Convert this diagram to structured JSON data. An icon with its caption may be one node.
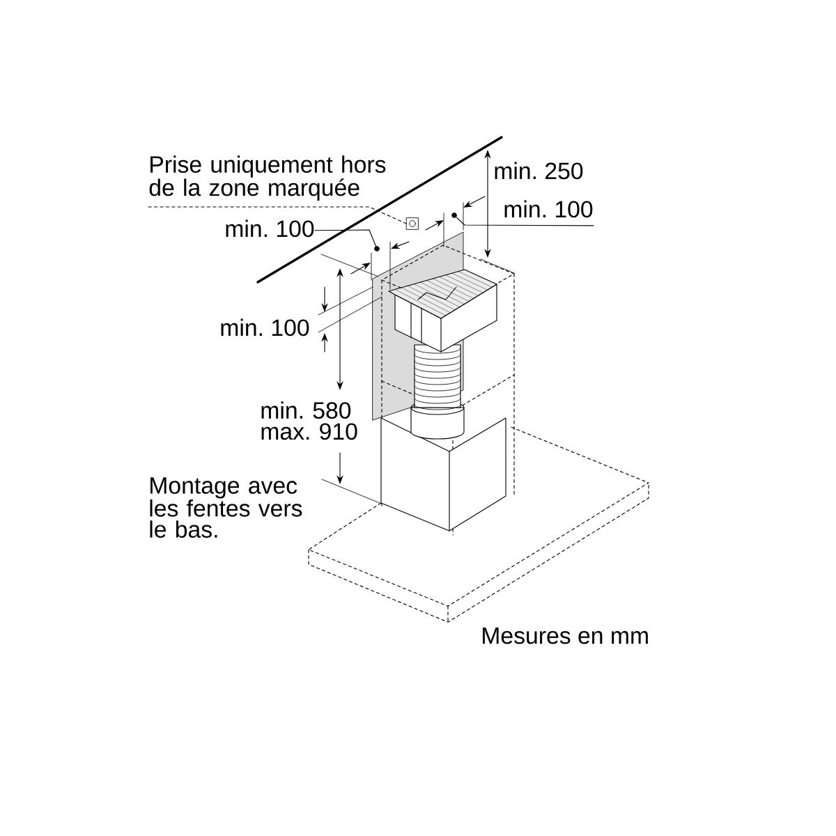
{
  "diagram": {
    "nodes": [
      {
        "text": [
          "Prise uniquement hors de la zone marquée"
        ]
      },
      {
        "text": [],
        "shape": "box"
      },
      {
        "text": [
          "min. 100"
        ]
      },
      {
        "text": [
          "min. 100"
        ]
      },
      {
        "text": [],
        "shape": "circle"
      },
      {
        "text": [],
        "shape": "circle"
      }
    ],
    "edges": [
      {
        "from": 0,
        "to": 1,
        "arrow": "none",
        "style": "dashed"
      },
      {
        "from": 2,
        "to": 4,
        "arrow": "none"
      },
      {
        "from": 3,
        "to": 5,
        "arrow": "none"
      }
    ],
    "labels": [
      "min. 250",
      "min. 100",
      "min. 580 max. 910",
      "Montage avec les fentes vers le bas.",
      "Mesures en mm"
    ]
  }
}
